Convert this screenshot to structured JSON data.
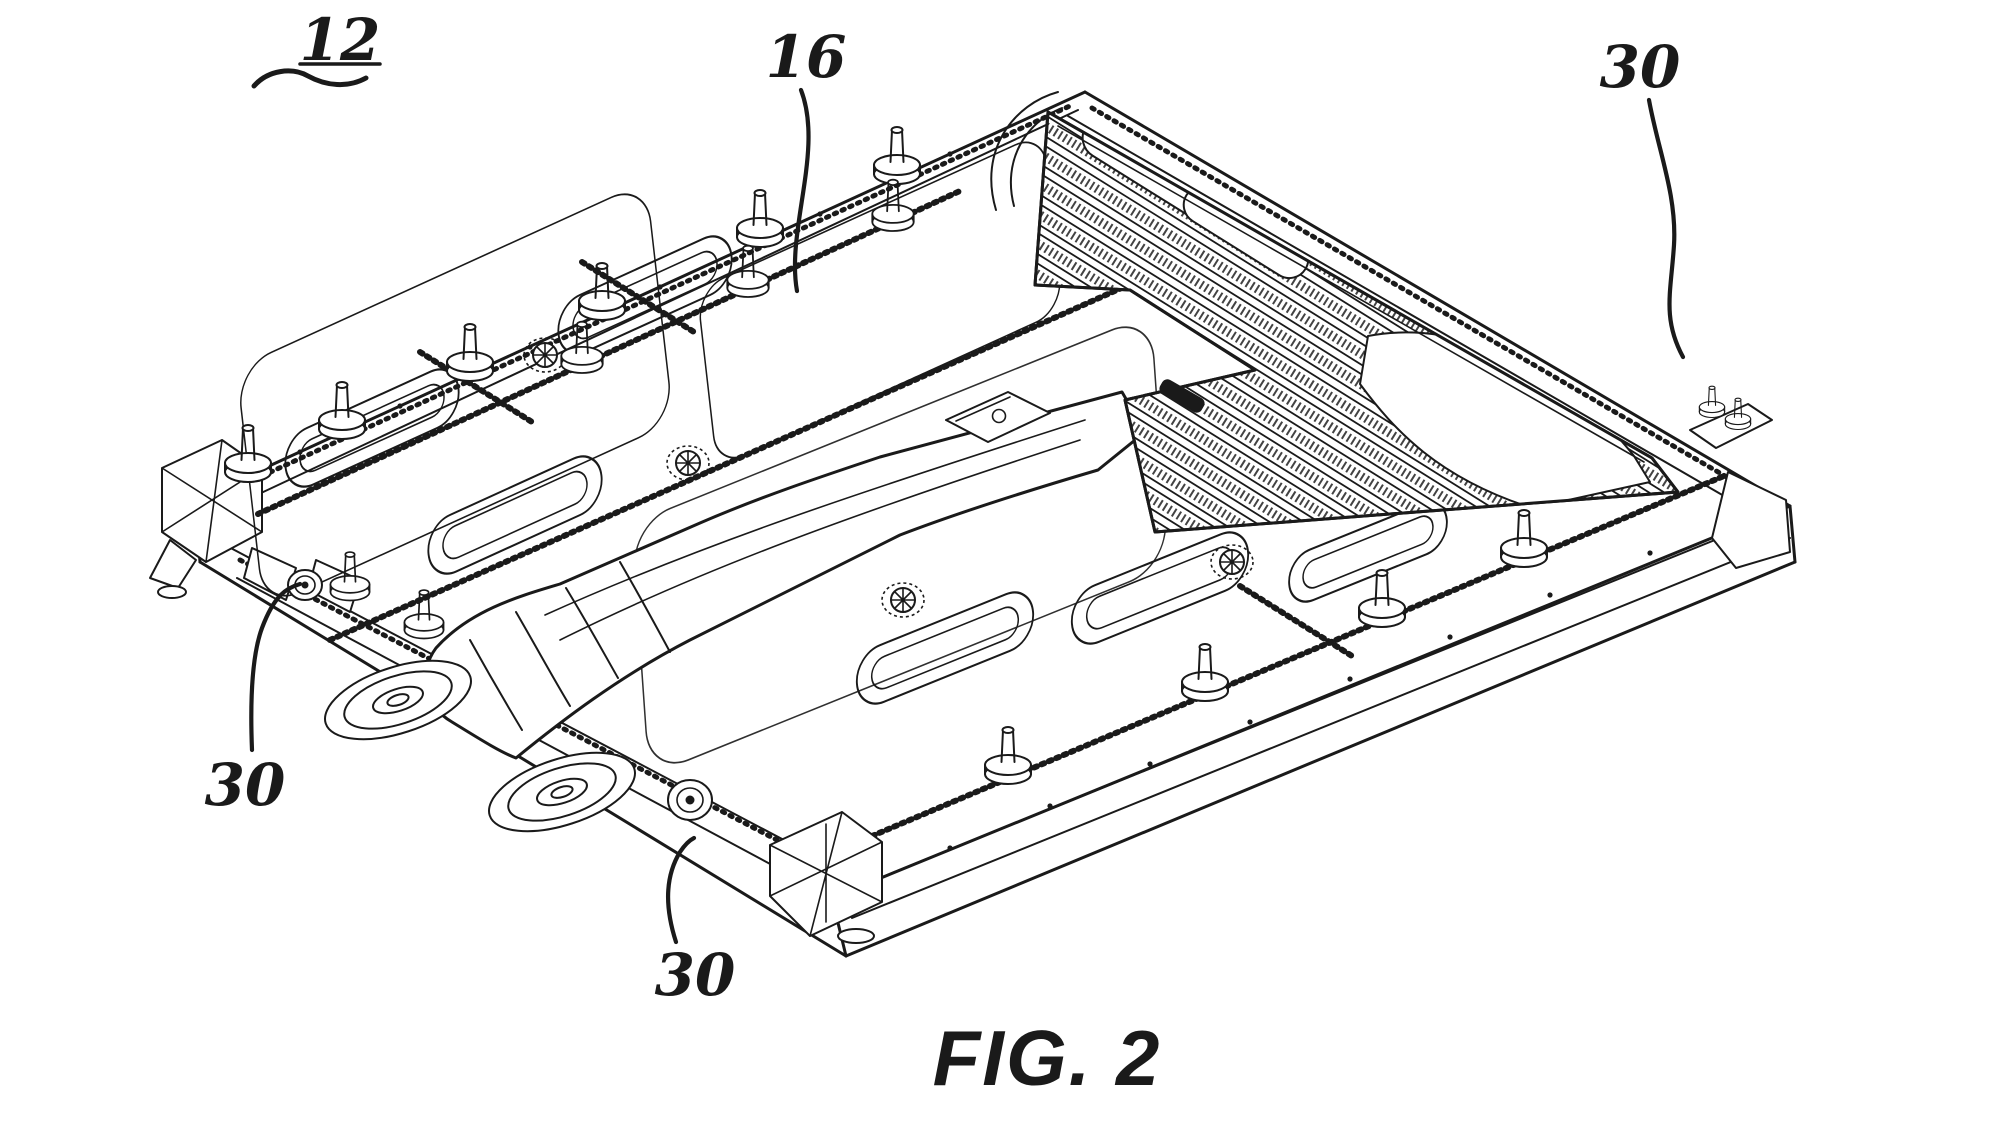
{
  "figure": {
    "caption": "FIG. 2",
    "labels": {
      "assembly": "12",
      "cover": "16",
      "mount_top_right": "30",
      "mount_front_left": "30",
      "mount_bottom": "30"
    }
  },
  "colors": {
    "ink": "#1a1a1a",
    "paper": "#ffffff"
  }
}
